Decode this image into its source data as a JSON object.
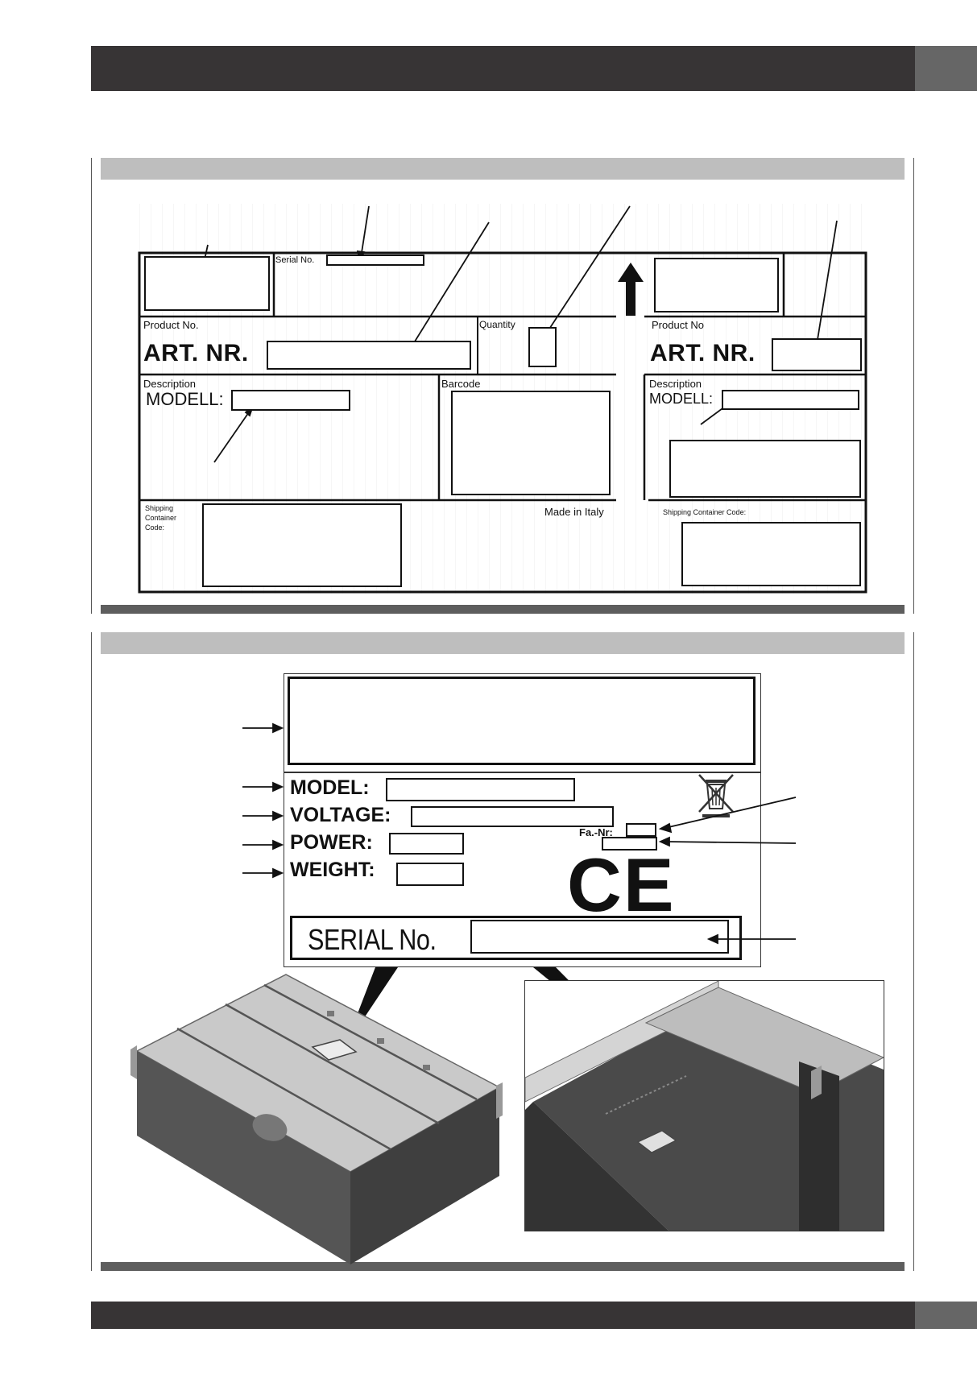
{
  "shipping_label": {
    "serial_label": "Serial No.",
    "product_no_label": "Product No.",
    "art_nr_label": "ART. NR.",
    "quantity_label": "Quantity",
    "description_label": "Description",
    "modell_label": "MODELL:",
    "barcode_label": "Barcode",
    "shipping_container_label": "Shipping Container Code:",
    "made_in": "Made in Italy",
    "right_product_no_label": "Product No",
    "right_art_nr_label": "ART. NR.",
    "right_description_label": "Description",
    "right_modell_label": "MODELL:",
    "right_shipping_container_label": "Shipping Container Code:"
  },
  "rating_plate": {
    "model_label": "MODEL:",
    "voltage_label": "VOLTAGE:",
    "power_label": "POWER:",
    "weight_label": "WEIGHT:",
    "fa_nr_label": "Fa.-Nr:",
    "ce_mark": "CE",
    "serial_label": "SERIAL No.",
    "weee_icon": "crossed-bin-icon"
  }
}
